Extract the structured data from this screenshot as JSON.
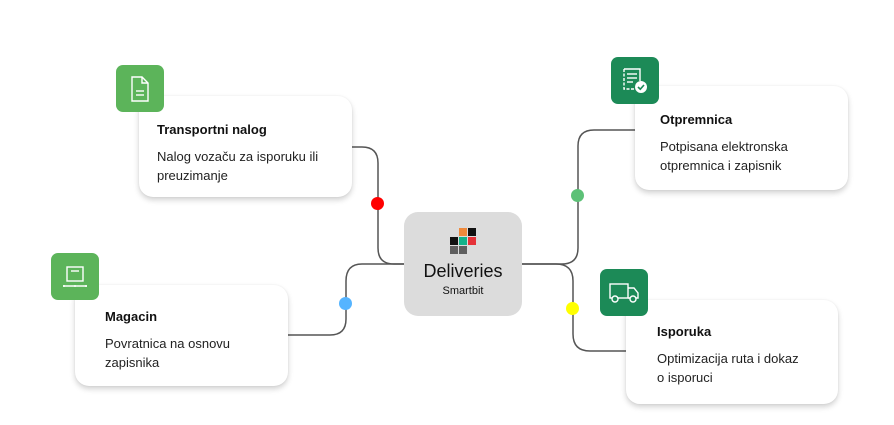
{
  "center": {
    "title": "Deliveries",
    "subtitle": "Smartbit",
    "logo_colors": {
      "orange": "#ef8a3c",
      "black": "#111111",
      "teal": "#14b28a",
      "red": "#e53238",
      "gray": "#5f5f5f"
    }
  },
  "nodes": [
    {
      "id": "transportni-nalog",
      "title": "Transportni nalog",
      "description_lines": [
        "Nalog vozaču za isporuku ili",
        "preuzimanje"
      ],
      "icon": "document-icon",
      "icon_color": "#5cb45a",
      "connector_dot_color": "#ff0000"
    },
    {
      "id": "otpremnica",
      "title": "Otpremnica",
      "description_lines": [
        "Potpisana elektronska",
        "otpremnica i zapisnik"
      ],
      "icon": "signed-receipt-icon",
      "icon_color": "#1c8a57",
      "connector_dot_color": "#5dc177"
    },
    {
      "id": "magacin",
      "title": "Magacin",
      "description_lines": [
        "Povratnica na osnovu",
        "zapisnika"
      ],
      "icon": "warehouse-pallet-icon",
      "icon_color": "#5cb45a",
      "connector_dot_color": "#55b4ff"
    },
    {
      "id": "isporuka",
      "title": "Isporuka",
      "description_lines": [
        "Optimizacija ruta i dokaz",
        "o isporuci"
      ],
      "icon": "truck-icon",
      "icon_color": "#1c8a57",
      "connector_dot_color": "#ffff00"
    }
  ]
}
